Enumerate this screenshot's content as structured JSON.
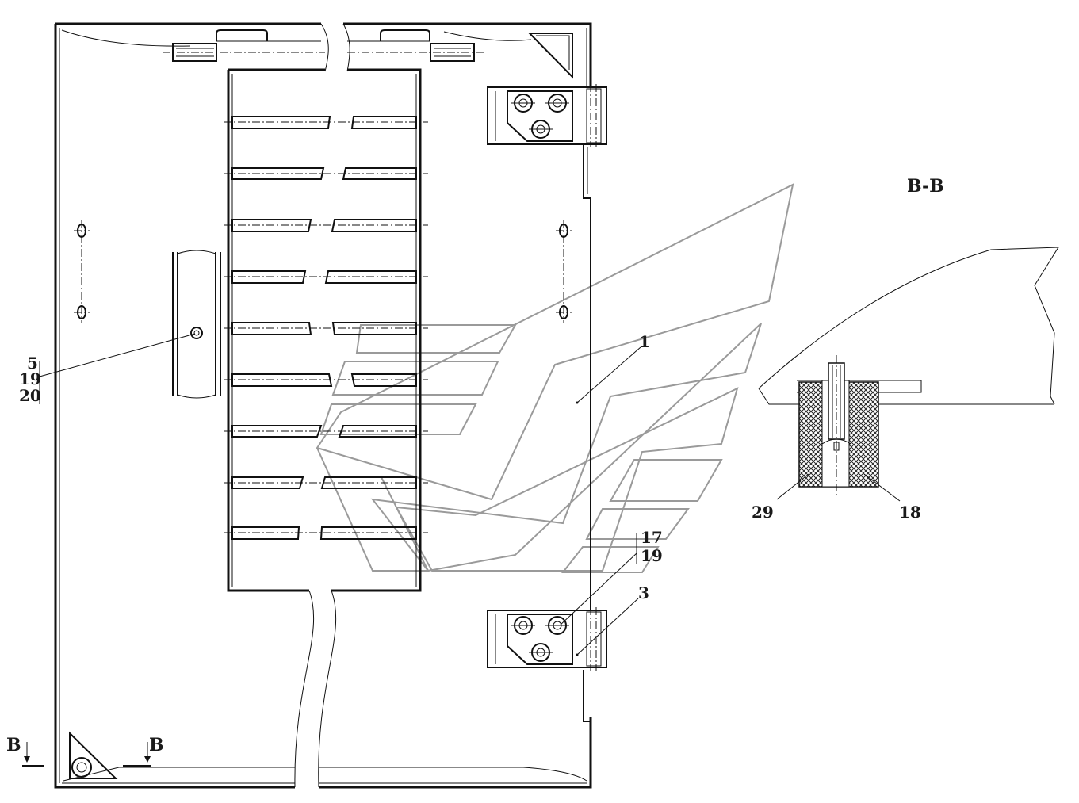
{
  "section_title": "B-B",
  "section_mark": {
    "left": "B",
    "right": "B"
  },
  "callouts": {
    "left_stack": [
      "5",
      "19",
      "20"
    ],
    "panel": "1",
    "hinge_stack": [
      "17",
      "19"
    ],
    "hinge": "3",
    "section_left": "29",
    "section_right": "18"
  },
  "colors": {
    "line": "#111111",
    "watermark": "#9a9a9a",
    "background": "#ffffff"
  }
}
